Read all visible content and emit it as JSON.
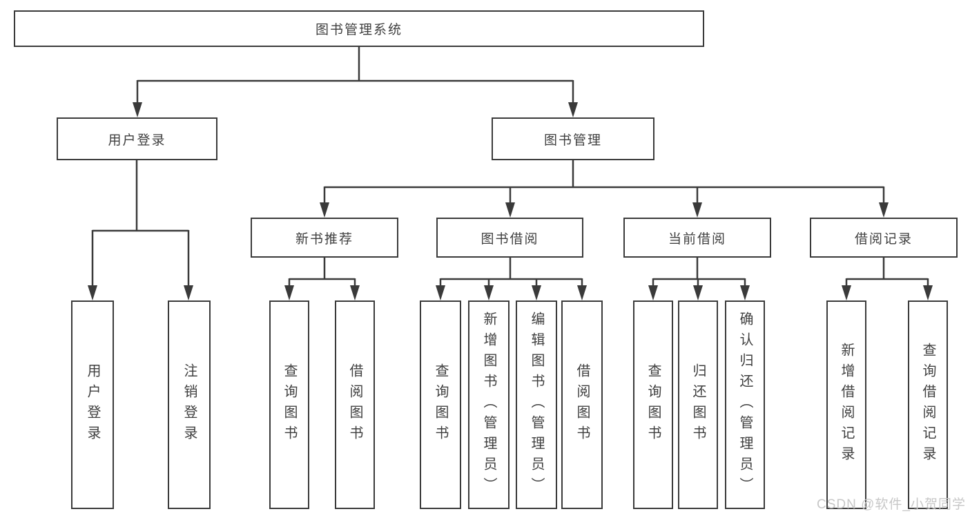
{
  "colors": {
    "line": "#3a3a3a",
    "text": "#3f3f3f",
    "watermark": "#c7c7c7",
    "background": "#ffffff"
  },
  "watermark": "CSDN @软件_小贺同学",
  "nodes": {
    "root": {
      "label": "图书管理系统"
    },
    "user_login": {
      "label": "用户登录"
    },
    "book_mgmt": {
      "label": "图书管理"
    },
    "new_books": {
      "label": "新书推荐"
    },
    "book_borrow": {
      "label": "图书借阅"
    },
    "current_borrow": {
      "label": "当前借阅"
    },
    "borrow_records": {
      "label": "借阅记录"
    },
    "ul_login": {
      "label": "用户登录"
    },
    "ul_logout": {
      "label": "注销登录"
    },
    "nb_query": {
      "label": "查询图书"
    },
    "nb_borrow": {
      "label": "借阅图书"
    },
    "bb_query": {
      "label": "查询图书"
    },
    "bb_add": {
      "label": "新增图书（管理员）"
    },
    "bb_edit": {
      "label": "编辑图书（管理员）"
    },
    "bb_borrow": {
      "label": "借阅图书"
    },
    "cb_query": {
      "label": "查询图书"
    },
    "cb_return": {
      "label": "归还图书"
    },
    "cb_confirm": {
      "label": "确认归还（管理员）"
    },
    "br_add": {
      "label": "新增借阅记录"
    },
    "br_query": {
      "label": "查询借阅记录"
    }
  },
  "hierarchy": {
    "root": [
      "user_login",
      "book_mgmt"
    ],
    "user_login": [
      "ul_login",
      "ul_logout"
    ],
    "book_mgmt": [
      "new_books",
      "book_borrow",
      "current_borrow",
      "borrow_records"
    ],
    "new_books": [
      "nb_query",
      "nb_borrow"
    ],
    "book_borrow": [
      "bb_query",
      "bb_add",
      "bb_edit",
      "bb_borrow"
    ],
    "current_borrow": [
      "cb_query",
      "cb_return",
      "cb_confirm"
    ],
    "borrow_records": [
      "br_add",
      "br_query"
    ]
  }
}
